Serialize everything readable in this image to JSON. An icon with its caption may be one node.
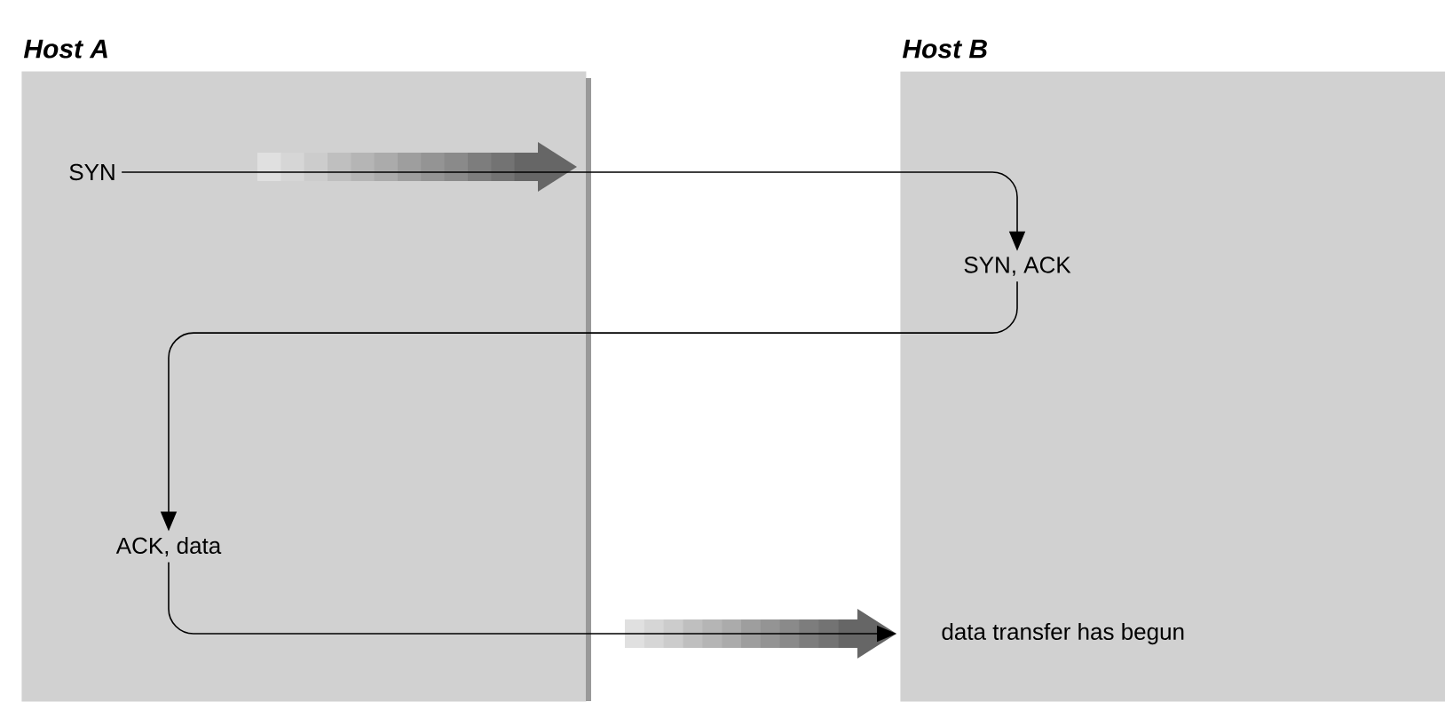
{
  "diagram": {
    "nodes": [
      {
        "text": [
          "Host A"
        ]
      },
      {
        "text": [
          "Host B"
        ]
      },
      {
        "text": [
          "SYN"
        ],
        "in": 0
      },
      {
        "text": [
          "SYN, ACK"
        ],
        "in": 1
      },
      {
        "text": [
          "ACK, data"
        ],
        "in": 0
      },
      {
        "text": [
          "data transfer has begun"
        ],
        "in": 1
      }
    ],
    "edges": [
      {
        "from": 2,
        "to": 3,
        "arrow": "to"
      },
      {
        "from": 3,
        "to": 4,
        "arrow": "to"
      },
      {
        "from": 4,
        "to": 5,
        "arrow": "to"
      }
    ]
  }
}
